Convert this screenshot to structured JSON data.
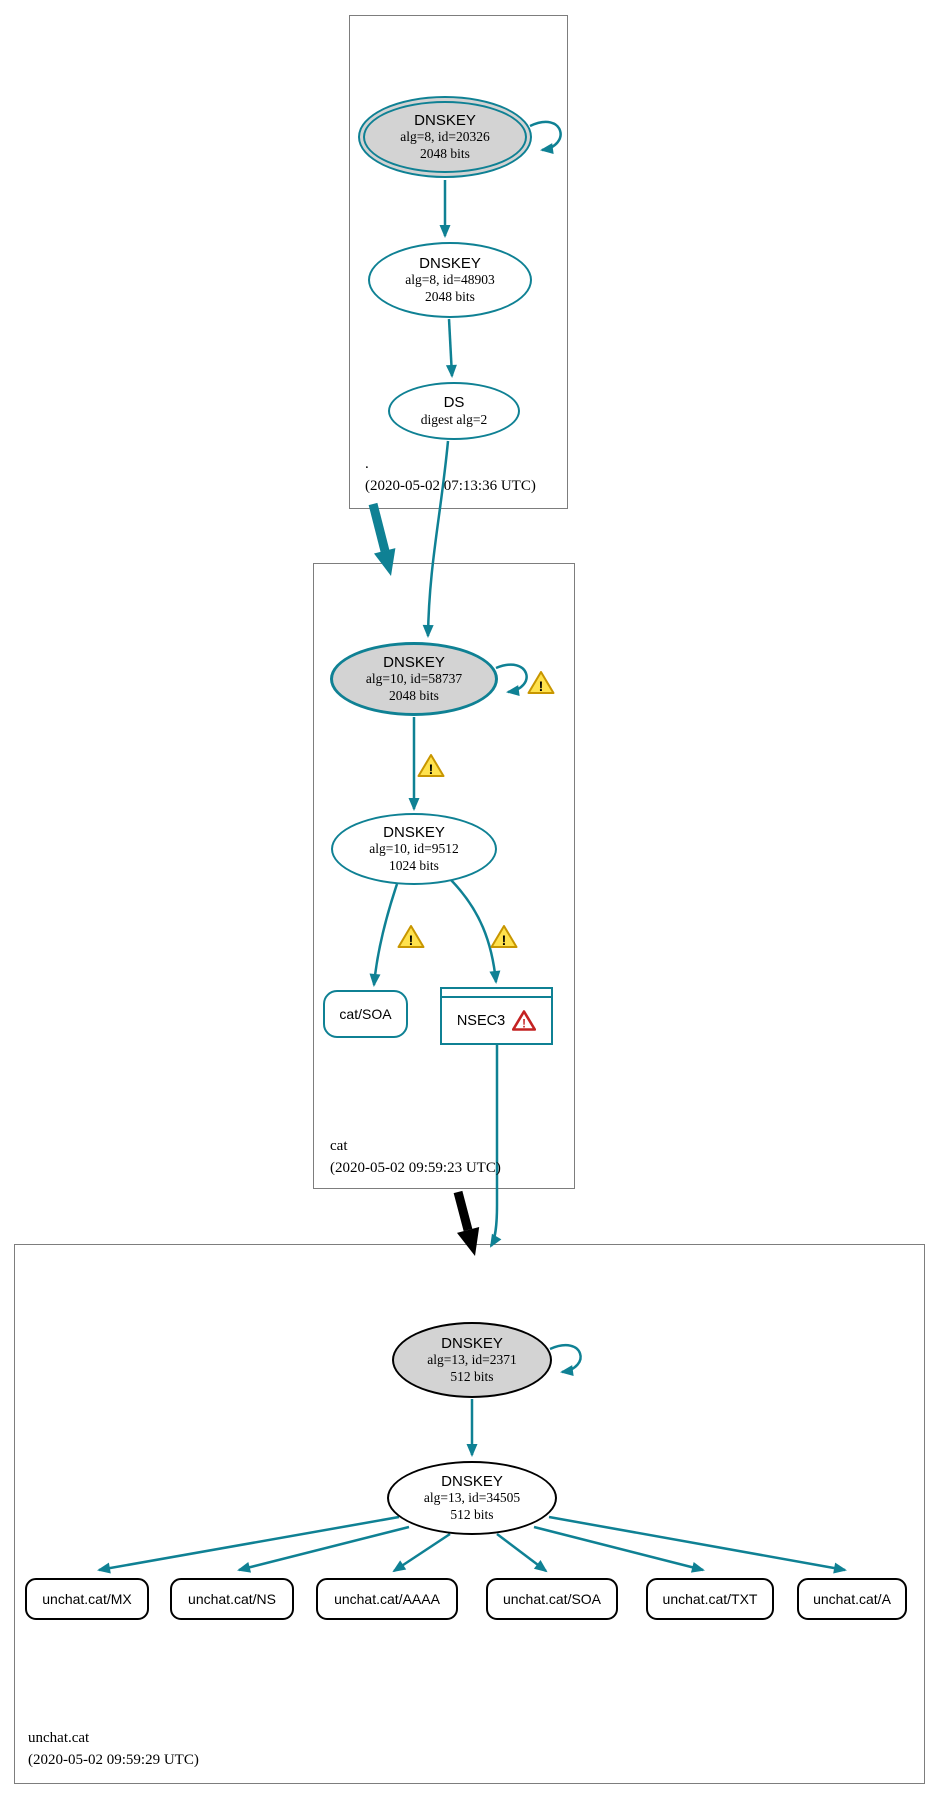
{
  "diagram": {
    "type": "dnssec-authentication-chain",
    "colors": {
      "secure_edge": "#0f8194",
      "insecure_node": "#000000",
      "ksk_fill": "#d3d3d3",
      "warning_fill": "#ffe24d",
      "warning_stroke": "#c89600",
      "error_red": "#c42222",
      "zone_box_border": "#7d7d7d"
    },
    "icons": {
      "warning_glyph": "!",
      "error_glyph": "!"
    },
    "zones": [
      {
        "label": ".",
        "timestamp": "(2020-05-02 07:13:36 UTC)",
        "nodes": {
          "ksk": {
            "title": "DNSKEY",
            "detail": "alg=8, id=20326",
            "bits": "2048 bits"
          },
          "zsk": {
            "title": "DNSKEY",
            "detail": "alg=8, id=48903",
            "bits": "2048 bits"
          },
          "ds": {
            "title": "DS",
            "detail": "digest alg=2"
          }
        }
      },
      {
        "label": "cat",
        "timestamp": "(2020-05-02 09:59:23 UTC)",
        "nodes": {
          "ksk": {
            "title": "DNSKEY",
            "detail": "alg=10, id=58737",
            "bits": "2048 bits"
          },
          "zsk": {
            "title": "DNSKEY",
            "detail": "alg=10, id=9512",
            "bits": "1024 bits"
          },
          "soa": {
            "label": "cat/SOA"
          },
          "nsec3": {
            "label": "NSEC3"
          }
        }
      },
      {
        "label": "unchat.cat",
        "timestamp": "(2020-05-02 09:59:29 UTC)",
        "nodes": {
          "ksk": {
            "title": "DNSKEY",
            "detail": "alg=13, id=2371",
            "bits": "512 bits"
          },
          "zsk": {
            "title": "DNSKEY",
            "detail": "alg=13, id=34505",
            "bits": "512 bits"
          }
        },
        "rrsets": [
          {
            "label": "unchat.cat/MX"
          },
          {
            "label": "unchat.cat/NS"
          },
          {
            "label": "unchat.cat/AAAA"
          },
          {
            "label": "unchat.cat/SOA"
          },
          {
            "label": "unchat.cat/TXT"
          },
          {
            "label": "unchat.cat/A"
          }
        ]
      }
    ]
  }
}
